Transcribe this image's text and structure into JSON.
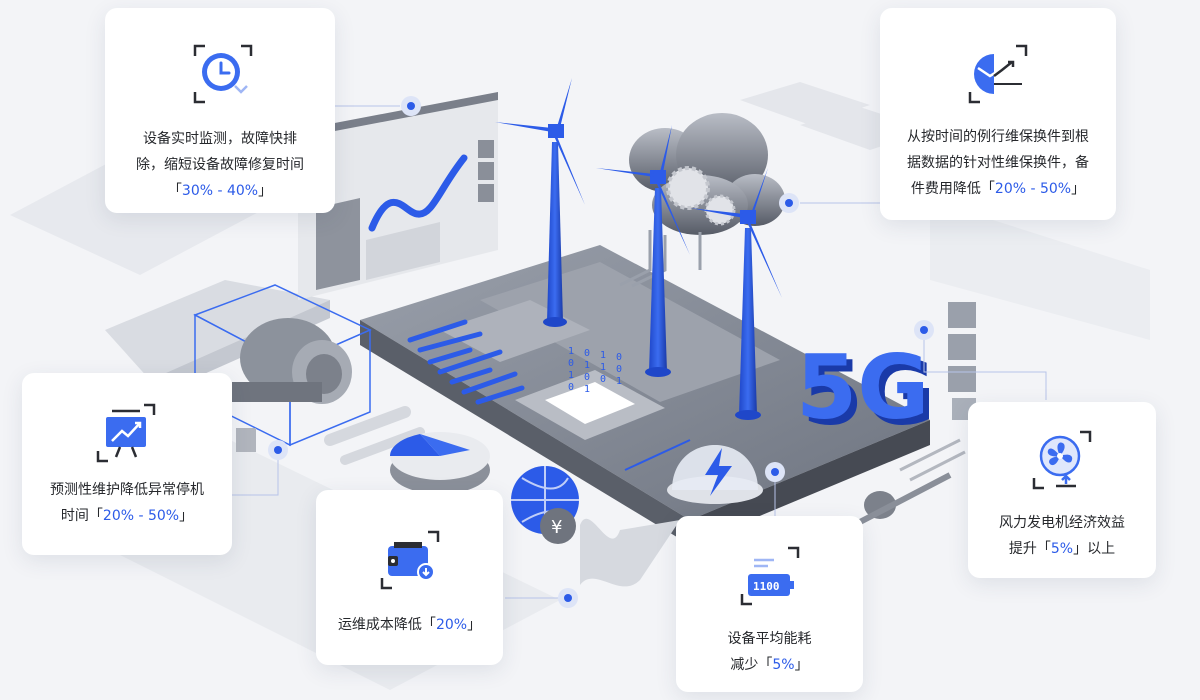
{
  "cards": [
    {
      "icon": "clock-icon",
      "line1": "设备实时监测，故障快排",
      "line2": "除，缩短设备故障修复时间",
      "line3_pre": "「",
      "line3_hl": "30% - 40%",
      "line3_post": "」"
    },
    {
      "icon": "trend-chart-icon",
      "line1": "从按时间的例行维保换件到根",
      "line2": "据数据的针对性维保换件，备",
      "line3_pre": "件费用降低「",
      "line3_hl": "20% - 50%",
      "line3_post": "」"
    },
    {
      "icon": "presentation-chart-icon",
      "line1": "预测性维护降低异常停机",
      "line2_pre": "时间「",
      "line2_hl": "20% - 50%",
      "line2_post": "」"
    },
    {
      "icon": "wallet-icon",
      "line1_pre": "运维成本降低「",
      "line1_hl": "20%",
      "line1_post": "」"
    },
    {
      "icon": "battery-icon",
      "line1": "设备平均能耗",
      "line2_pre": "减少「",
      "line2_hl": "5%",
      "line2_post": "」"
    },
    {
      "icon": "fan-icon",
      "line1": "风力发电机经济效益",
      "line2_pre": "提升「",
      "line2_hl": "5%",
      "line2_post": "」以上"
    }
  ],
  "scene": {
    "badge_5g": "5G",
    "binary_digits": "1 0 1 0 0 1 1 0 1 0 0 1 0 1",
    "accent_color": "#2c5be8",
    "icon_color": "#3b6cf0"
  }
}
